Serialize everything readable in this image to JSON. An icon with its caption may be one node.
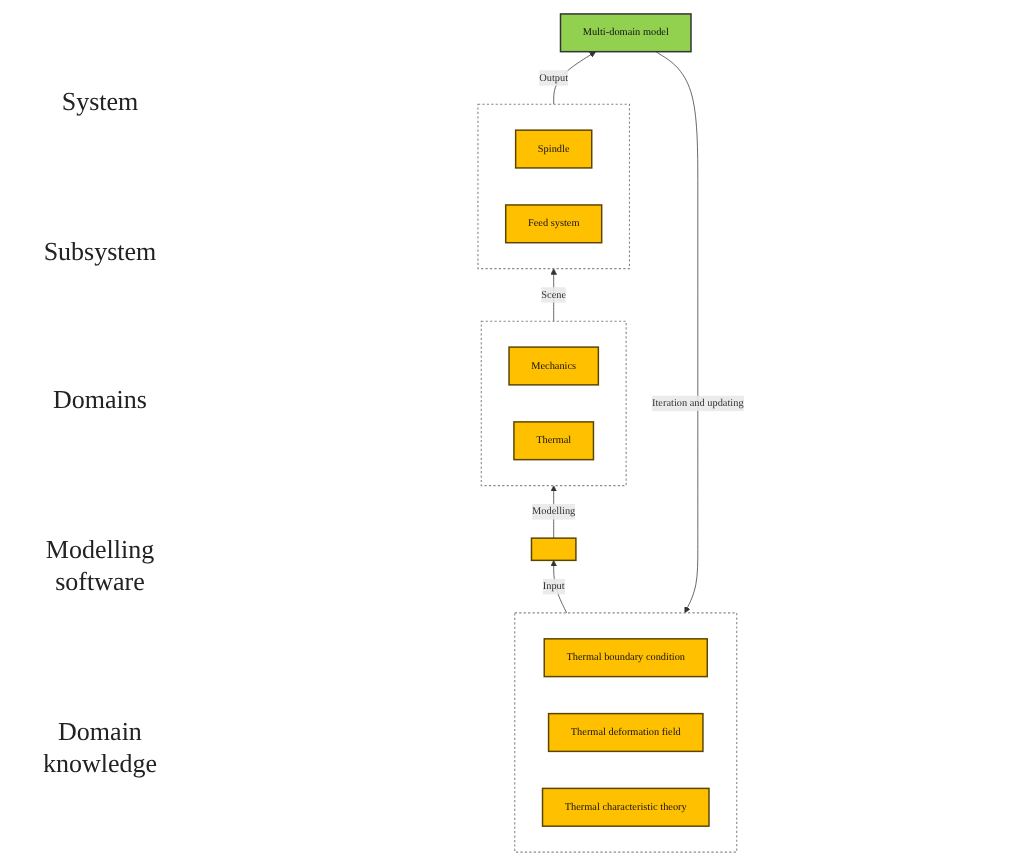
{
  "diagram": {
    "nodes": [
      {
        "text": [
          "Multi-domain model"
        ]
      },
      {
        "text": [],
        "shape": "box"
      },
      {
        "text": [
          "Spindle"
        ],
        "in": 1
      },
      {
        "text": [
          "Feed system"
        ],
        "in": 1
      },
      {
        "text": [],
        "shape": "box"
      },
      {
        "text": [
          "Mechanics"
        ],
        "in": 4
      },
      {
        "text": [
          "Thermal"
        ],
        "in": 4
      },
      {
        "text": [],
        "shape": "box"
      },
      {
        "text": [],
        "shape": "box"
      },
      {
        "text": [
          "Thermal boundary condition"
        ],
        "in": 8
      },
      {
        "text": [
          "Thermal deformation field"
        ],
        "in": 8
      },
      {
        "text": [
          "Thermal characteristic theory"
        ],
        "in": 8
      }
    ],
    "edges": [
      {
        "from": 1,
        "to": 0,
        "arrow": "to",
        "label": "Output"
      },
      {
        "from": 4,
        "to": 1,
        "arrow": "to",
        "label": "Scene"
      },
      {
        "from": 7,
        "to": 4,
        "arrow": "to",
        "label": "Modelling"
      },
      {
        "from": 8,
        "to": 7,
        "arrow": "to",
        "label": "Input"
      },
      {
        "from": 0,
        "to": 8,
        "arrow": "to",
        "label": "Iteration and updating"
      }
    ],
    "labels": [
      "System",
      "Subsystem",
      "Domains",
      "Modelling software",
      "Domain knowledge"
    ]
  }
}
